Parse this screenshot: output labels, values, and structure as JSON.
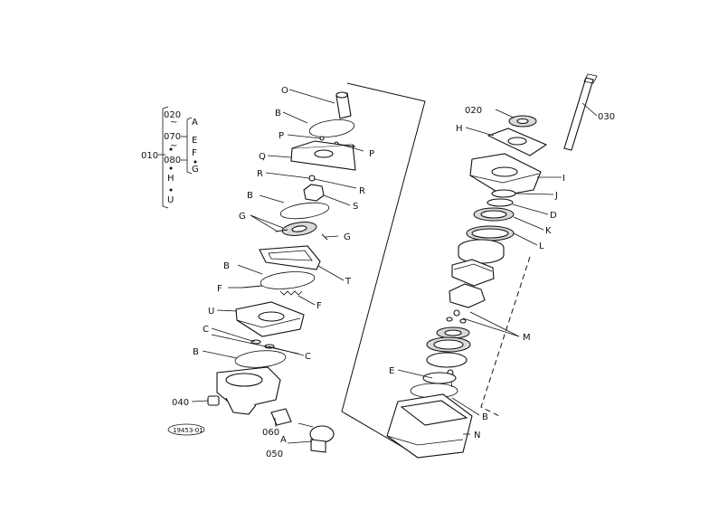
{
  "legend": {
    "root": "010",
    "codes": [
      "020",
      "070",
      "080"
    ],
    "letters_col1": [
      "H",
      "U"
    ],
    "letters_col2": [
      "A",
      "E",
      "F",
      "G"
    ],
    "approx_marks": [
      "~",
      "~"
    ]
  },
  "callouts_left": [
    "O",
    "B",
    "P",
    "P",
    "Q",
    "R",
    "R",
    "B",
    "S",
    "G",
    "G",
    "B",
    "T",
    "F",
    "F",
    "U",
    "C",
    "C",
    "B",
    "040",
    "060",
    "A",
    "050"
  ],
  "callouts_right": [
    "020",
    "030",
    "H",
    "I",
    "J",
    "D",
    "K",
    "L",
    "M",
    "E",
    "B",
    "N"
  ],
  "stamp": "19453-01"
}
